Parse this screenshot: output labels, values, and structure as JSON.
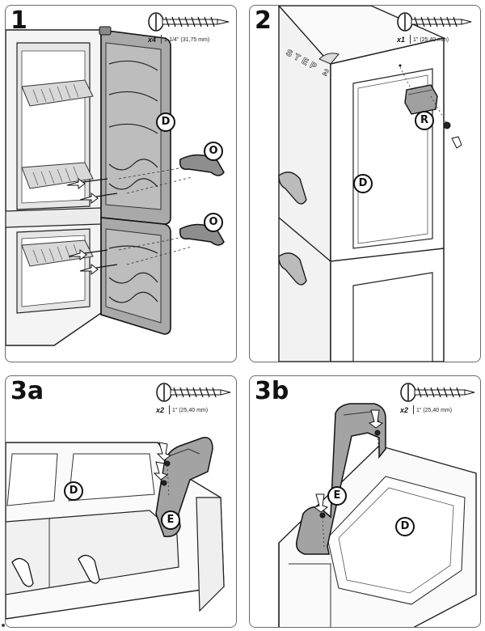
{
  "steps": [
    {
      "label": "1",
      "hardware": {
        "qty": "x4",
        "size": "1-1/4\" (31,75 mm)"
      },
      "callouts": [
        "D",
        "O",
        "O"
      ]
    },
    {
      "label": "2",
      "hardware": {
        "qty": "x1",
        "size": "1\" (25,40 mm)"
      },
      "callouts": [
        "D",
        "R"
      ],
      "embossed_text": "STEP 2"
    },
    {
      "label": "3a",
      "hardware": {
        "qty": "x2",
        "size": "1\" (25,40 mm)"
      },
      "callouts": [
        "D",
        "E"
      ]
    },
    {
      "label": "3b",
      "hardware": {
        "qty": "x2",
        "size": "1\" (25,40 mm)"
      },
      "callouts": [
        "E",
        "D"
      ]
    }
  ]
}
